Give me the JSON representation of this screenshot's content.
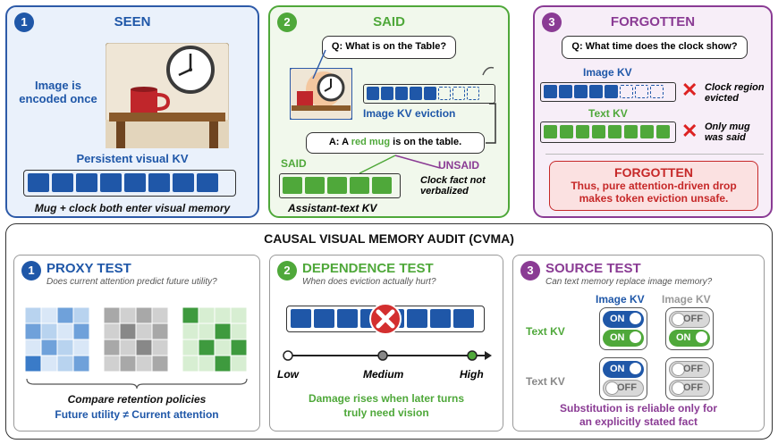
{
  "panel_seen": {
    "num": "1",
    "title": "SEEN",
    "encoded": "Image is\nencoded once",
    "kv_label": "Persistent visual KV",
    "caption": "Mug + clock both enter visual memory"
  },
  "panel_said": {
    "num": "2",
    "title": "SAID",
    "question": "Q: What is on the Table?",
    "eviction_label": "Image KV eviction",
    "answer_prefix": "A: A ",
    "answer_highlight": "red mug",
    "answer_suffix": " is on the table.",
    "said": "SAID",
    "unsaid": "UNSAID",
    "clock_note": "Clock fact not\nverbalized",
    "assistant_kv": "Assistant-text KV"
  },
  "panel_forgotten": {
    "num": "3",
    "title": "FORGOTTEN",
    "question": "Q: What time does the clock show?",
    "image_kv": "Image KV",
    "clock_evicted": "Clock region\nevicted",
    "text_kv": "Text KV",
    "only_mug": "Only mug\nwas said",
    "box_title": "FORGOTTEN",
    "box_text": "Thus, pure attention-driven drop\nmakes token eviction unsafe."
  },
  "audit": {
    "title": "CAUSAL VISUAL MEMORY AUDIT (CVMA)",
    "proxy": {
      "num": "1",
      "title": "PROXY TEST",
      "subtitle": "Does current attention predict future utility?",
      "caption": "Compare retention policies",
      "caption2": "Future utility ≠ Current attention"
    },
    "dependence": {
      "num": "2",
      "title": "DEPENDENCE TEST",
      "subtitle": "When does eviction actually hurt?",
      "low": "Low",
      "medium": "Medium",
      "high": "High",
      "caption": "Damage rises when later turns\ntruly need vision"
    },
    "source": {
      "num": "3",
      "title": "SOURCE TEST",
      "subtitle": "Can text memory replace image memory?",
      "image_kv_1": "Image KV",
      "image_kv_2": "Image KV",
      "text_kv_1": "Text KV",
      "text_kv_2": "Text KV",
      "on": "ON",
      "off": "OFF",
      "caption": "Substitution is reliable only for\nan explicitly stated fact"
    }
  },
  "colors": {
    "blue": "#1f57a8",
    "green": "#4fa83a",
    "purple": "#8a3b94",
    "red": "#c62828"
  }
}
